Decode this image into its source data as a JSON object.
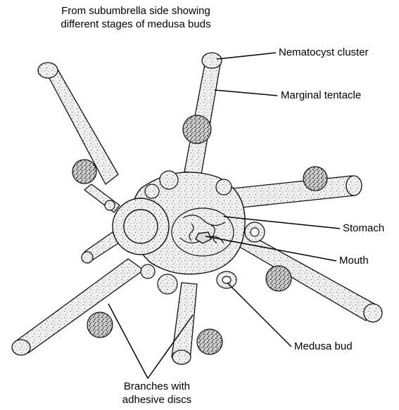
{
  "caption_top": {
    "line1": "From subumbrella side showing",
    "line2": "different stages of medusa buds"
  },
  "labels": {
    "nematocyst_cluster": "Nematocyst cluster",
    "marginal_tentacle": "Marginal tentacle",
    "stomach": "Stomach",
    "mouth": "Mouth",
    "medusa_bud": "Medusa bud"
  },
  "caption_bottom": {
    "line1": "Branches with",
    "line2": "adhesive discs"
  }
}
